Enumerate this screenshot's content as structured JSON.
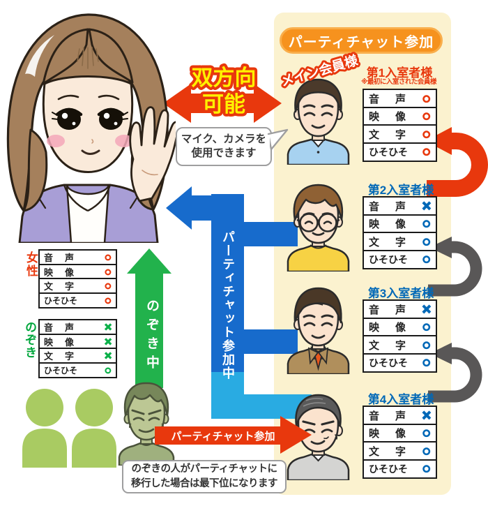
{
  "title": "パーティチャット参加",
  "labels": {
    "main_member": "メイン会員様",
    "bidirectional_line1": "双方向",
    "bidirectional_line2": "可能",
    "mic_line1": "マイク、カメラを",
    "mic_line2": "使用できます",
    "party_in_progress": "パーティチャット参加中",
    "peeking_now": "のぞき中",
    "party_join": "パーティチャット参加",
    "note_line1": "のぞきの人がパーティチャットに",
    "note_line2": "移行した場合は最下位になります"
  },
  "row_labels": [
    "音声",
    "映像",
    "文字",
    "ひそひそ"
  ],
  "members": [
    {
      "title": "第1入室者様",
      "subtitle": "※最初に入室された会員様",
      "marks": [
        "○",
        "○",
        "○",
        "○"
      ],
      "mark_color": "#E8380D",
      "title_color": "#E8380D"
    },
    {
      "title": "第2入室者様",
      "marks": [
        "×",
        "○",
        "○",
        "○"
      ],
      "mark_color": "#0068B7",
      "title_color": "#0068B7"
    },
    {
      "title": "第3入室者様",
      "marks": [
        "×",
        "○",
        "○",
        "○"
      ],
      "mark_color": "#0068B7",
      "title_color": "#0068B7"
    },
    {
      "title": "第4入室者様",
      "marks": [
        "×",
        "○",
        "○",
        "○"
      ],
      "mark_color": "#0068B7",
      "title_color": "#0068B7"
    }
  ],
  "status_tables": [
    {
      "title": "女性",
      "marks": [
        "○",
        "○",
        "○",
        "○"
      ],
      "mark_color": "#E8380D",
      "title_color": "#E8380D"
    },
    {
      "title": "のぞき",
      "marks": [
        "×",
        "×",
        "×",
        "○"
      ],
      "mark_color": "#0CB04A",
      "title_color": "#00A63C"
    }
  ],
  "colors": {
    "panel_bg": "#FBF2CF",
    "title_orange": "#F6921E",
    "red": "#E8380D",
    "blue": "#0068B7",
    "blue_bar": "#176BCC",
    "light_blue": "#29ABE2",
    "green_arrow": "#22B24C",
    "silhouette_green": "#A9CB62",
    "gray_arrow": "#595757",
    "text_yellow": "#FFF100"
  }
}
